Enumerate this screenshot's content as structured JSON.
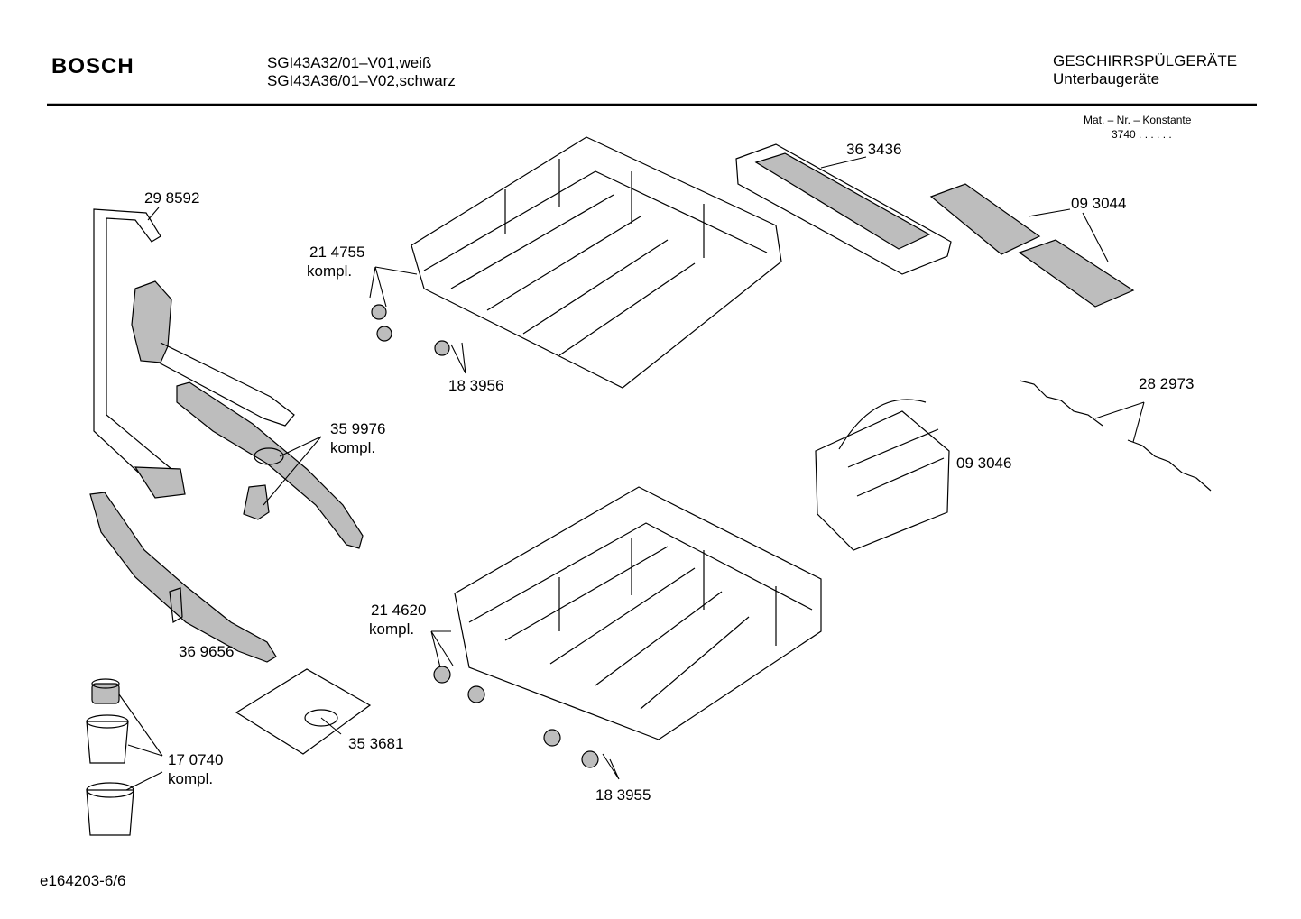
{
  "header": {
    "brand": "BOSCH",
    "model_line_1": "SGI43A32/01–V01,weiß",
    "model_line_2": "SGI43A36/01–V02,schwarz",
    "category": "GESCHIRRSPÜLGERÄTE",
    "subcategory": "Unterbaugeräte",
    "mat_label": "Mat. – Nr. – Konstante",
    "mat_value": "3740  .  .   .  .  .  ."
  },
  "parts": {
    "p298592": "29 8592",
    "p214755": "21 4755",
    "p214755_sub": "kompl.",
    "p183956": "18 3956",
    "p363436": "36 3436",
    "p093044": "09 3044",
    "p359976": "35 9976",
    "p359976_sub": "kompl.",
    "p282973": "28 2973",
    "p093046": "09 3046",
    "p369656": "36 9656",
    "p214620": "21 4620",
    "p214620_sub": "kompl.",
    "p353681": "35 3681",
    "p170740": "17 0740",
    "p170740_sub": "kompl.",
    "p183955": "18 3955"
  },
  "footer": {
    "doc_id": "e164203-6/6"
  }
}
